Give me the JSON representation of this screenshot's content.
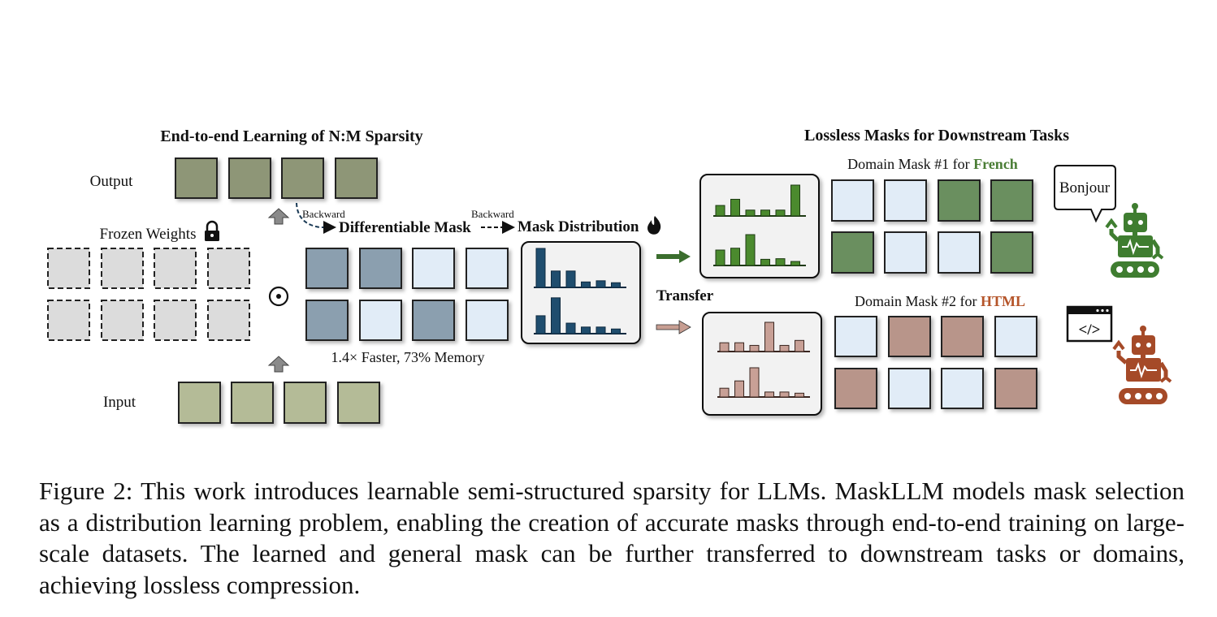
{
  "left_title": "End-to-end Learning of N:M Sparsity",
  "right_title": "Lossless Masks for Downstream Tasks",
  "labels": {
    "output": "Output",
    "frozen_weights": "Frozen Weights",
    "input": "Input",
    "backward_1": "Backward",
    "backward_2": "Backward",
    "differentiable_mask": "Differentiable Mask",
    "mask_distribution": "Mask Distribution",
    "hadamard_symbol": "⊙",
    "speed_memory": "1.4× Faster, 73% Memory",
    "transfer": "Transfer"
  },
  "domain_mask_1": {
    "prefix": "Domain Mask #1 for ",
    "domain": "French"
  },
  "domain_mask_2": {
    "prefix": "Domain Mask #2 for ",
    "domain": "HTML"
  },
  "speech_bubble": "Bonjour",
  "code_window_symbol": "</>",
  "colors": {
    "output_block": "#8e9677",
    "input_block": "#b4bb97",
    "frozen_block": "#dcdcdc",
    "mask_active": "#8b9faf",
    "mask_inactive": "#e1ecf7",
    "distribution_bar": "#1f4d6e",
    "french_green": "#6b8f5e",
    "french_text": "#4a7d35",
    "french_bar": "#4b8a2e",
    "html_brown": "#b8958a",
    "html_text": "#b5552a",
    "html_bar": "#c8a096",
    "robot_green": "#3f7d30",
    "robot_brown": "#a54a28"
  },
  "differentiable_mask_pattern": [
    [
      1,
      1,
      0,
      0
    ],
    [
      1,
      0,
      1,
      0
    ]
  ],
  "french_mask_pattern": [
    [
      0,
      0,
      1,
      1
    ],
    [
      1,
      0,
      0,
      1
    ]
  ],
  "html_mask_pattern": [
    [
      0,
      1,
      1,
      0
    ],
    [
      1,
      0,
      0,
      1
    ]
  ],
  "mask_distribution_bars": [
    [
      1.0,
      0.42,
      0.42,
      0.14,
      0.17,
      0.12
    ],
    [
      0.46,
      0.92,
      0.27,
      0.17,
      0.17,
      0.12
    ]
  ],
  "french_distribution_bars": [
    [
      0.34,
      0.54,
      0.19,
      0.19,
      0.19,
      1.0
    ],
    [
      0.5,
      0.56,
      1.0,
      0.2,
      0.22,
      0.13
    ]
  ],
  "html_distribution_bars": [
    [
      0.3,
      0.3,
      0.21,
      1.0,
      0.21,
      0.38
    ],
    [
      0.3,
      0.55,
      1.0,
      0.17,
      0.17,
      0.13
    ]
  ],
  "caption": "Figure 2: This work introduces learnable semi-structured sparsity for LLMs. MaskLLM models mask selection as a distribution learning problem, enabling the creation of accurate masks through end-to-end training on large-scale datasets. The learned and general mask can be further transferred to downstream tasks or domains, achieving lossless compression."
}
